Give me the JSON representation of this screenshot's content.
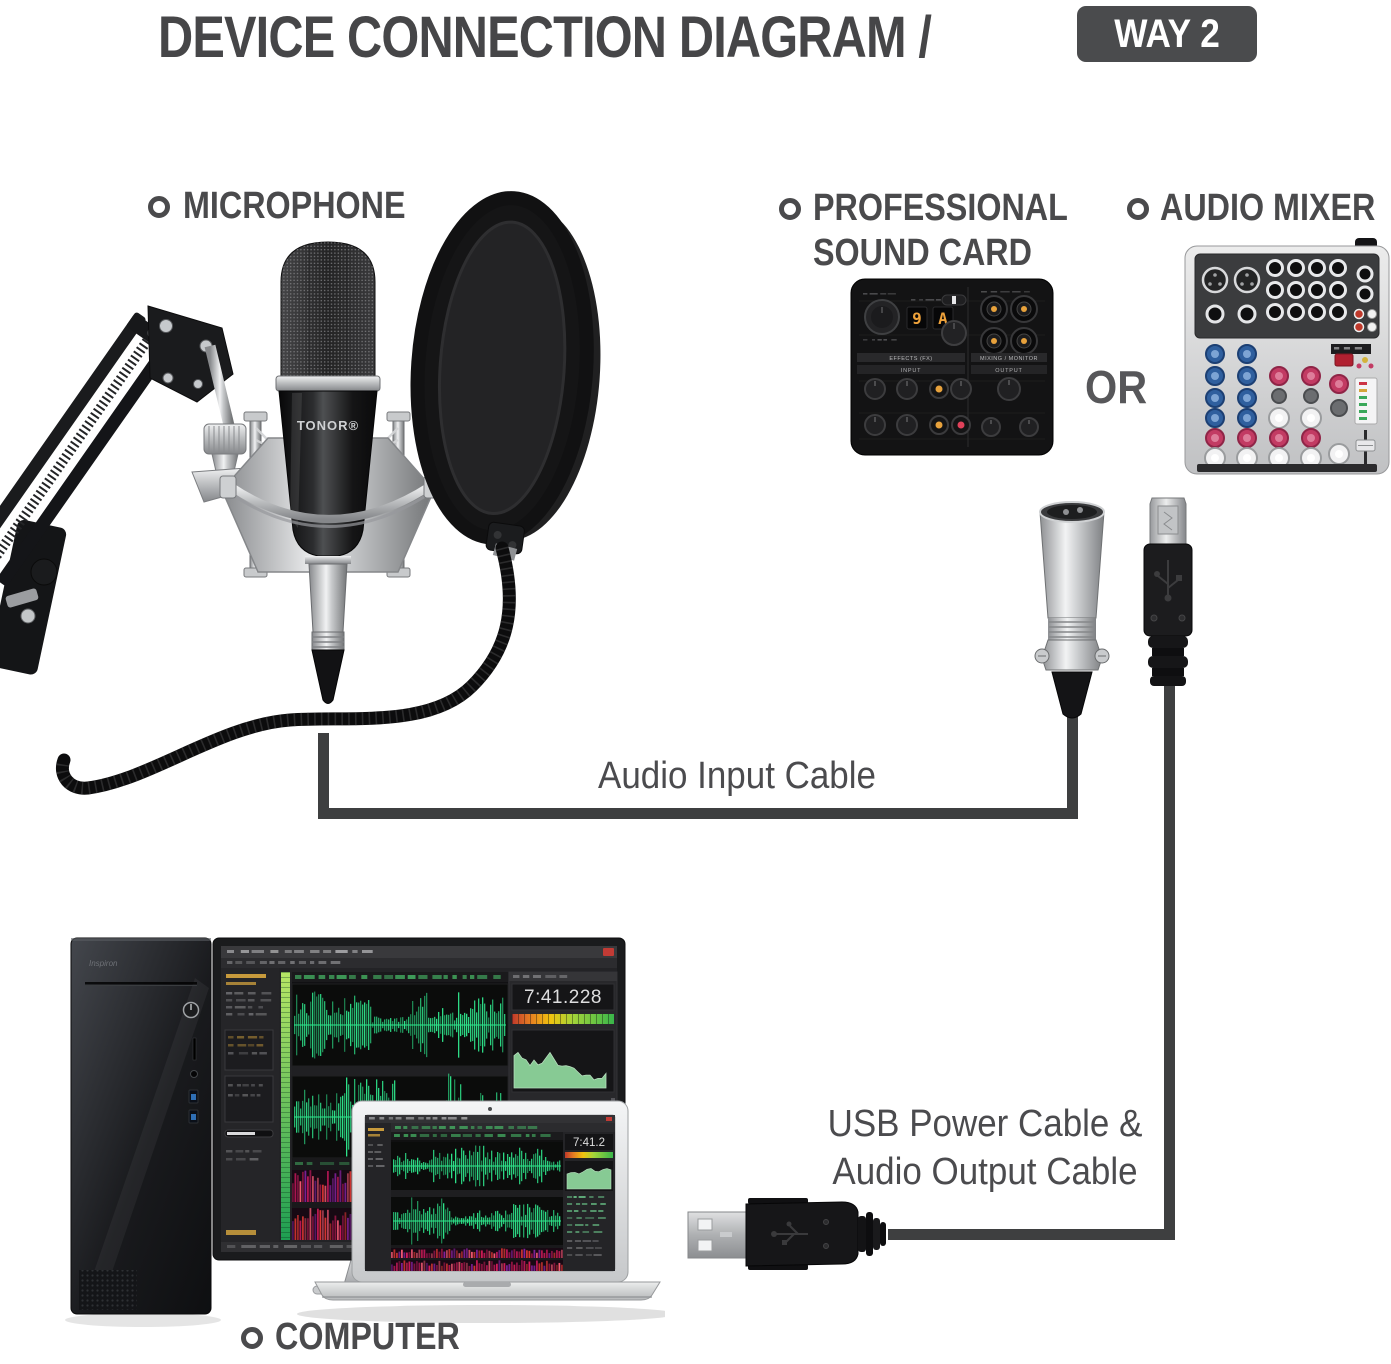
{
  "title": {
    "text": "DEVICE CONNECTION DIAGRAM /",
    "badge": "WAY 2"
  },
  "labels": {
    "microphone": "MICROPHONE",
    "sound_card_line1": "PROFESSIONAL",
    "sound_card_line2": "SOUND CARD",
    "audio_mixer": "AUDIO MIXER",
    "or": "OR",
    "audio_input_cable": "Audio Input Cable",
    "usb_cable_line1": "USB Power Cable &",
    "usb_cable_line2": "Audio Output Cable",
    "computer": "COMPUTER"
  },
  "microphone": {
    "brand": "TONOR®"
  },
  "sound_card": {
    "display_digit_left": "9",
    "display_digit_right": "A",
    "section_effects": "EFFECTS (FX)",
    "section_input": "INPUT",
    "section_mixing": "MIXING / MONITOR",
    "section_output": "OUTPUT"
  },
  "computer": {
    "tower_logo": "Inspiron",
    "monitor_timecode": "7:41.228",
    "laptop_timecode": "7:41.2"
  },
  "colors": {
    "line": "#3e3f40",
    "label_text": "#4a4a4c",
    "badge_bg": "#4a4b4d",
    "waveform_green": "#2ee38a",
    "ruler_green": "#49c06a",
    "spectrogram_pink": "#d81b60",
    "display_amber": "#eda23c",
    "panel_text_gray": "#8f8f92",
    "amber_ui": "#c79a3c"
  }
}
